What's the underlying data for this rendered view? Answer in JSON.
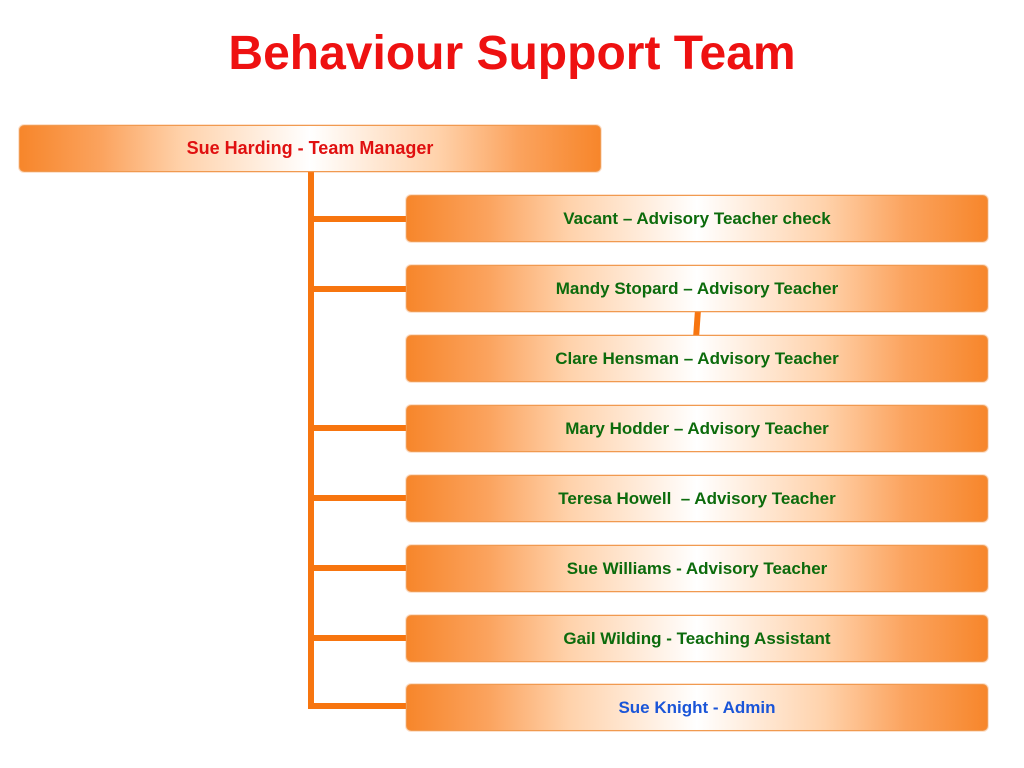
{
  "title": "Behaviour Support Team",
  "manager": {
    "label": "Sue Harding - Team Manager",
    "text_color": "#e01010"
  },
  "members": [
    {
      "label": "Vacant – Advisory Teacher check",
      "text_color": "#0c6b0c"
    },
    {
      "label": "Mandy Stopard – Advisory Teacher",
      "text_color": "#0c6b0c"
    },
    {
      "label": "Clare Hensman – Advisory Teacher",
      "text_color": "#0c6b0c"
    },
    {
      "label": "Mary Hodder – Advisory Teacher",
      "text_color": "#0c6b0c"
    },
    {
      "label": "Teresa Howell  – Advisory Teacher",
      "text_color": "#0c6b0c"
    },
    {
      "label": "Sue Williams - Advisory Teacher",
      "text_color": "#0c6b0c"
    },
    {
      "label": "Gail Wilding - Teaching Assistant",
      "text_color": "#0c6b0c"
    },
    {
      "label": "Sue Knight - Admin",
      "text_color": "#1a55d8"
    }
  ],
  "colors": {
    "title": "#ee1111",
    "connector": "#f7750f",
    "box_orange": "#f7862b"
  }
}
